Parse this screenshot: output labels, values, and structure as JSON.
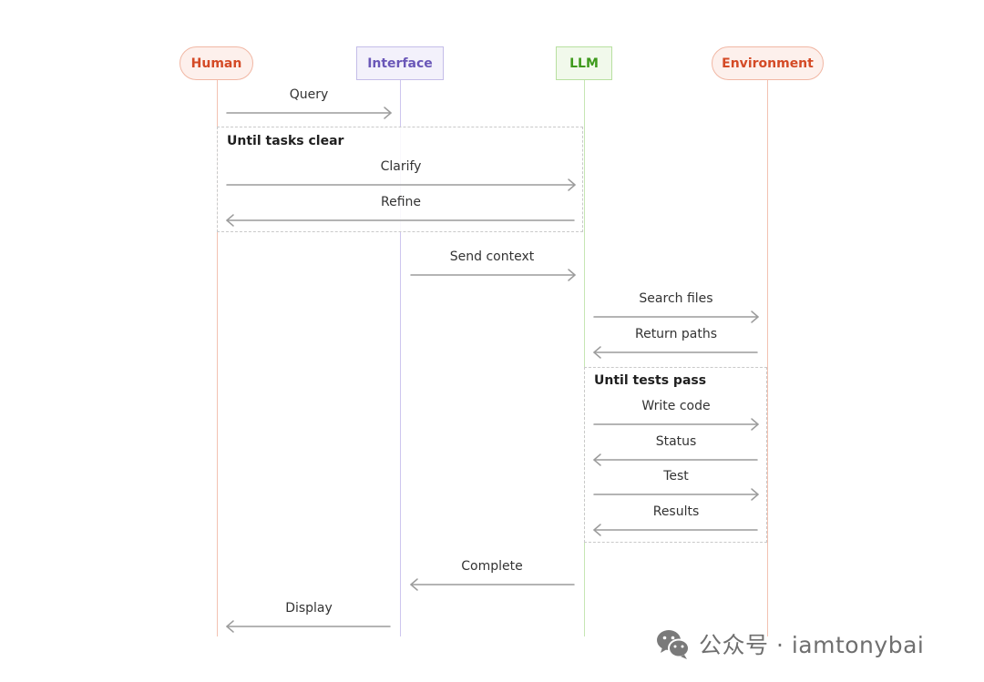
{
  "actors": {
    "human": "Human",
    "interface": "Interface",
    "llm": "LLM",
    "environment": "Environment"
  },
  "loops": {
    "tasks": "Until tasks clear",
    "tests": "Until tests pass"
  },
  "messages": {
    "query": "Query",
    "clarify": "Clarify",
    "refine": "Refine",
    "send_context": "Send context",
    "search_files": "Search files",
    "return_paths": "Return paths",
    "write_code": "Write code",
    "status": "Status",
    "test": "Test",
    "results": "Results",
    "complete": "Complete",
    "display": "Display"
  },
  "watermark": {
    "icon": "wechat-icon",
    "text": "公众号 · iamtonybai"
  },
  "colors": {
    "human_environment": "#d44a26",
    "interface": "#6a57b8",
    "llm": "#3e9a1c",
    "arrow": "#9c9c9c"
  }
}
